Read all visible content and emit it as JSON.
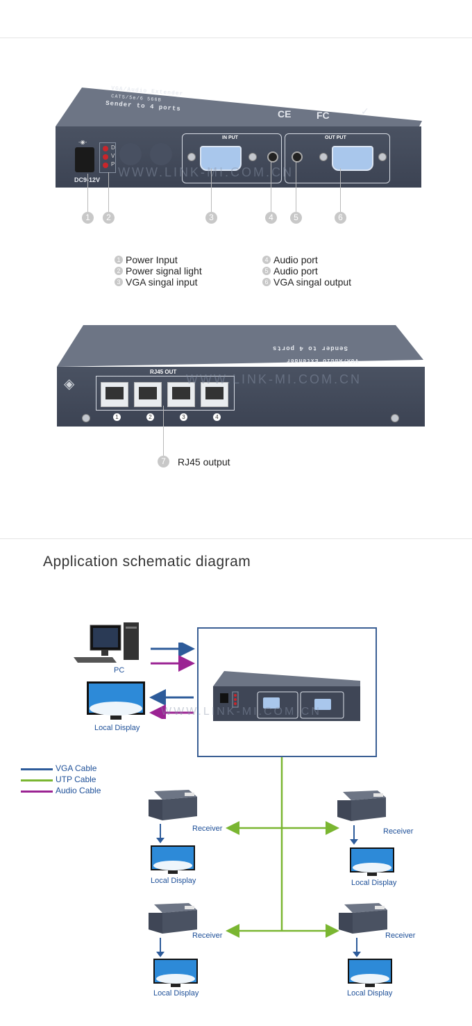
{
  "device_top": {
    "title": "VGA/Audio Extender",
    "subtitle": "CAT5/5e/6 566B",
    "model": "Sender to 4 ports",
    "power_label": "DC9-12V",
    "input_label": "IN PUT",
    "output_label": "OUT PUT",
    "led_letters": [
      "D",
      "V",
      "P"
    ],
    "watermark": "WWW.LINK-MI.COM.CN"
  },
  "callouts_top": [
    "1",
    "2",
    "3",
    "4",
    "5",
    "6"
  ],
  "legend": {
    "left": [
      {
        "num": "1",
        "label": "Power Input"
      },
      {
        "num": "2",
        "label": "Power signal light"
      },
      {
        "num": "3",
        "label": "VGA singal input"
      }
    ],
    "right": [
      {
        "num": "4",
        "label": "Audio port"
      },
      {
        "num": "5",
        "label": "Audio port"
      },
      {
        "num": "6",
        "label": "VGA singal output"
      }
    ]
  },
  "device_back": {
    "ports_label": "RJ45 OUT",
    "port_numbers": [
      "1",
      "2",
      "3",
      "4"
    ],
    "watermark": "WWW.LINK-MI.COM.CN",
    "callout": {
      "num": "7",
      "label": "RJ45 output"
    }
  },
  "application": {
    "title": "Application schematic diagram",
    "pc_label": "PC",
    "local_display_label": "Local Display",
    "cable_legend": [
      {
        "label": "VGA Cable",
        "color": "#2d5b9a"
      },
      {
        "label": "UTP Cable",
        "color": "#7ab631"
      },
      {
        "label": "Audio Cable",
        "color": "#9b2393"
      }
    ],
    "receiver_label": "Receiver",
    "watermark": "WWW.LINK-MI.COM.CN"
  },
  "colors": {
    "vga": "#2d5b9a",
    "utp": "#7ab631",
    "audio": "#9b2393",
    "frame": "#3a5f94"
  }
}
